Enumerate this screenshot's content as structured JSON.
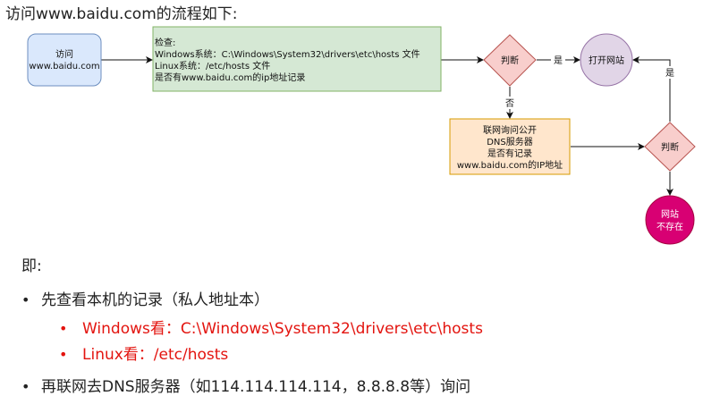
{
  "heading": "访问www.baidu.com的流程如下:",
  "nodes": {
    "start": [
      "访问",
      "www.baidu.com"
    ],
    "check": [
      "检查:",
      "Windows系统：C:\\Windows\\System32\\drivers\\etc\\hosts 文件",
      "Linux系统：/etc/hosts 文件",
      "是否有www.baidu.com的ip地址记录"
    ],
    "judge1": "判断",
    "open": "打开网站",
    "dns": [
      "联网询问公开",
      "DNS服务器",
      "是否有记录",
      "www.baidu.com的IP地址"
    ],
    "judge2": "判断",
    "notexist": [
      "网站",
      "不存在"
    ]
  },
  "edge_labels": {
    "yes1": "是",
    "no1": "否",
    "yes2": "是"
  },
  "colors": {
    "start_fill": "#dae8fc",
    "start_stroke": "#6c8ebf",
    "check_fill": "#d5e8d4",
    "check_stroke": "#82b366",
    "diamond_fill": "#f8cecc",
    "diamond_stroke": "#b85450",
    "open_fill": "#e1d5e7",
    "open_stroke": "#9673a6",
    "dns_fill": "#ffe6cc",
    "dns_stroke": "#d79b00",
    "end_fill": "#d80073",
    "end_stroke": "#a50040",
    "highlight_text": "#e3140f"
  },
  "summary": {
    "lead": "即:",
    "items": [
      {
        "text": "先查看本机的记录（私人地址本）",
        "sub": [
          "Windows看：C:\\Windows\\System32\\drivers\\etc\\hosts",
          "Linux看：/etc/hosts"
        ]
      },
      {
        "text": "再联网去DNS服务器（如114.114.114.114，8.8.8.8等）询问",
        "sub": []
      }
    ],
    "bullet": "•"
  }
}
